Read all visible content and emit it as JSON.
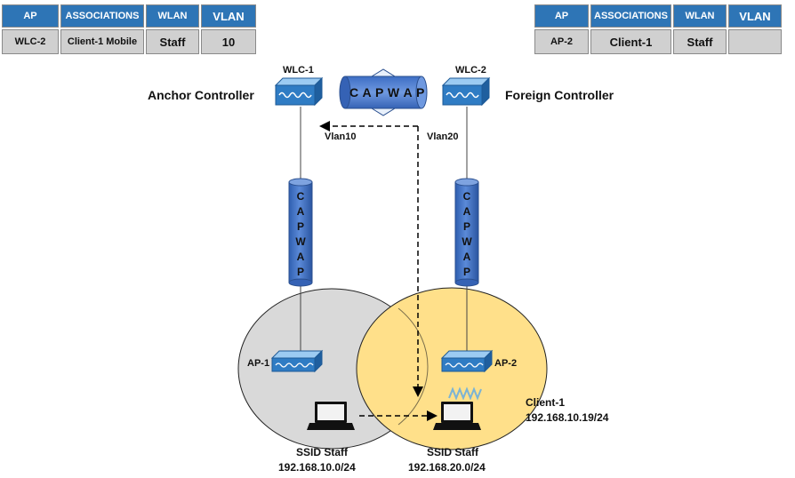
{
  "table_left": {
    "headers": [
      "AP",
      "ASSOCIATIONS",
      "WLAN",
      "VLAN"
    ],
    "row": [
      "WLC-2",
      "Client-1 Mobile",
      "Staff",
      "10"
    ]
  },
  "table_right": {
    "headers": [
      "AP",
      "ASSOCIATIONS",
      "WLAN",
      "VLAN"
    ],
    "row": [
      "AP-2",
      "Client-1",
      "Staff",
      ""
    ]
  },
  "controllers": {
    "wlc1": "WLC-1",
    "wlc2": "WLC-2",
    "anchor": "Anchor Controller",
    "foreign": "Foreign Controller"
  },
  "tunnel_label": "C A P W A P",
  "vertical_tunnel_letters": [
    "C",
    "A",
    "P",
    "W",
    "A",
    "P"
  ],
  "vlans": {
    "left": "Vlan10",
    "right": "Vlan20"
  },
  "access_points": {
    "ap1": "AP-1",
    "ap2": "AP-2"
  },
  "client": {
    "name": "Client-1",
    "ip": "192.168.10.19/24"
  },
  "cells": [
    {
      "ssid": "SSID Staff",
      "subnet": "192.168.10.0/24",
      "color": "#d9d9d9"
    },
    {
      "ssid": "SSID Staff",
      "subnet": "192.168.20.0/24",
      "color": "#ffe08a"
    }
  ],
  "colors": {
    "header": "#2e75b6",
    "tunnel": "#4472c4",
    "device": "#1f6fb5",
    "arrow": "#000000"
  }
}
